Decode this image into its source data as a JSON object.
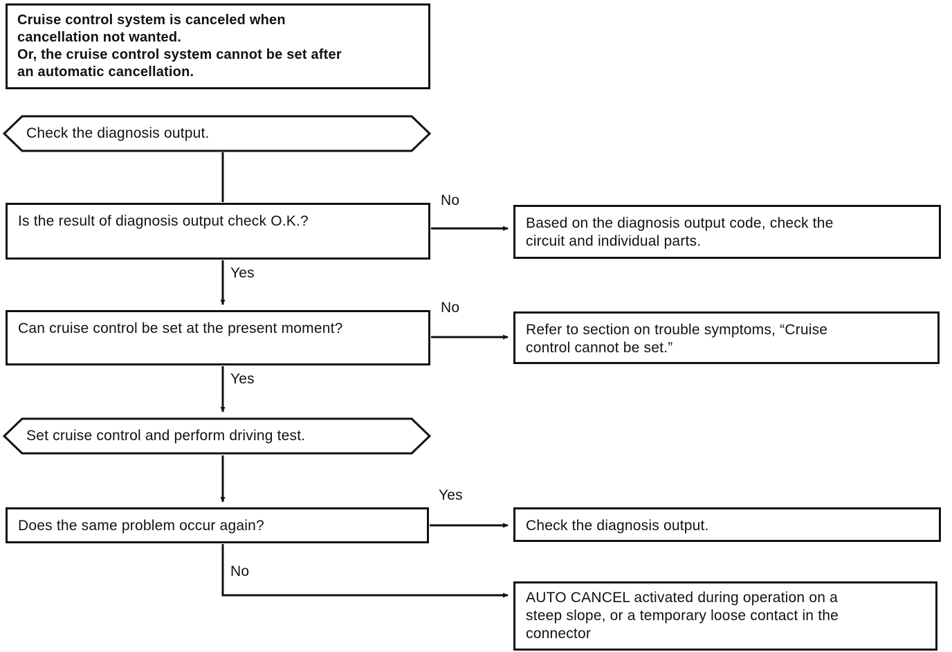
{
  "diagram": {
    "problem_box": "Cruise control system is canceled when\ncancellation not wanted.\nOr, the cruise control system cannot be set after\nan automatic cancellation.",
    "step_check_diagnosis": "Check the diagnosis output.",
    "q_diagnosis_ok": "Is the result of diagnosis output check O.K.?",
    "action_check_circuit": "Based on the diagnosis output code, check the\ncircuit and individual parts.",
    "q_cruise_set": "Can cruise control be set at the present moment?",
    "action_refer_trouble": "Refer to section on trouble symptoms, “Cruise\ncontrol cannot be set.”",
    "step_driving_test": "Set cruise control and perform driving test.",
    "q_problem_again": "Does the same problem occur again?",
    "action_check_diagnosis": "Check the diagnosis output.",
    "action_auto_cancel": "AUTO CANCEL activated during operation on a\nsteep slope, or a temporary loose contact in the\nconnector",
    "labels": {
      "yes": "Yes",
      "no": "No"
    },
    "colors": {
      "ink": "#111111",
      "paper": "#ffffff"
    }
  }
}
